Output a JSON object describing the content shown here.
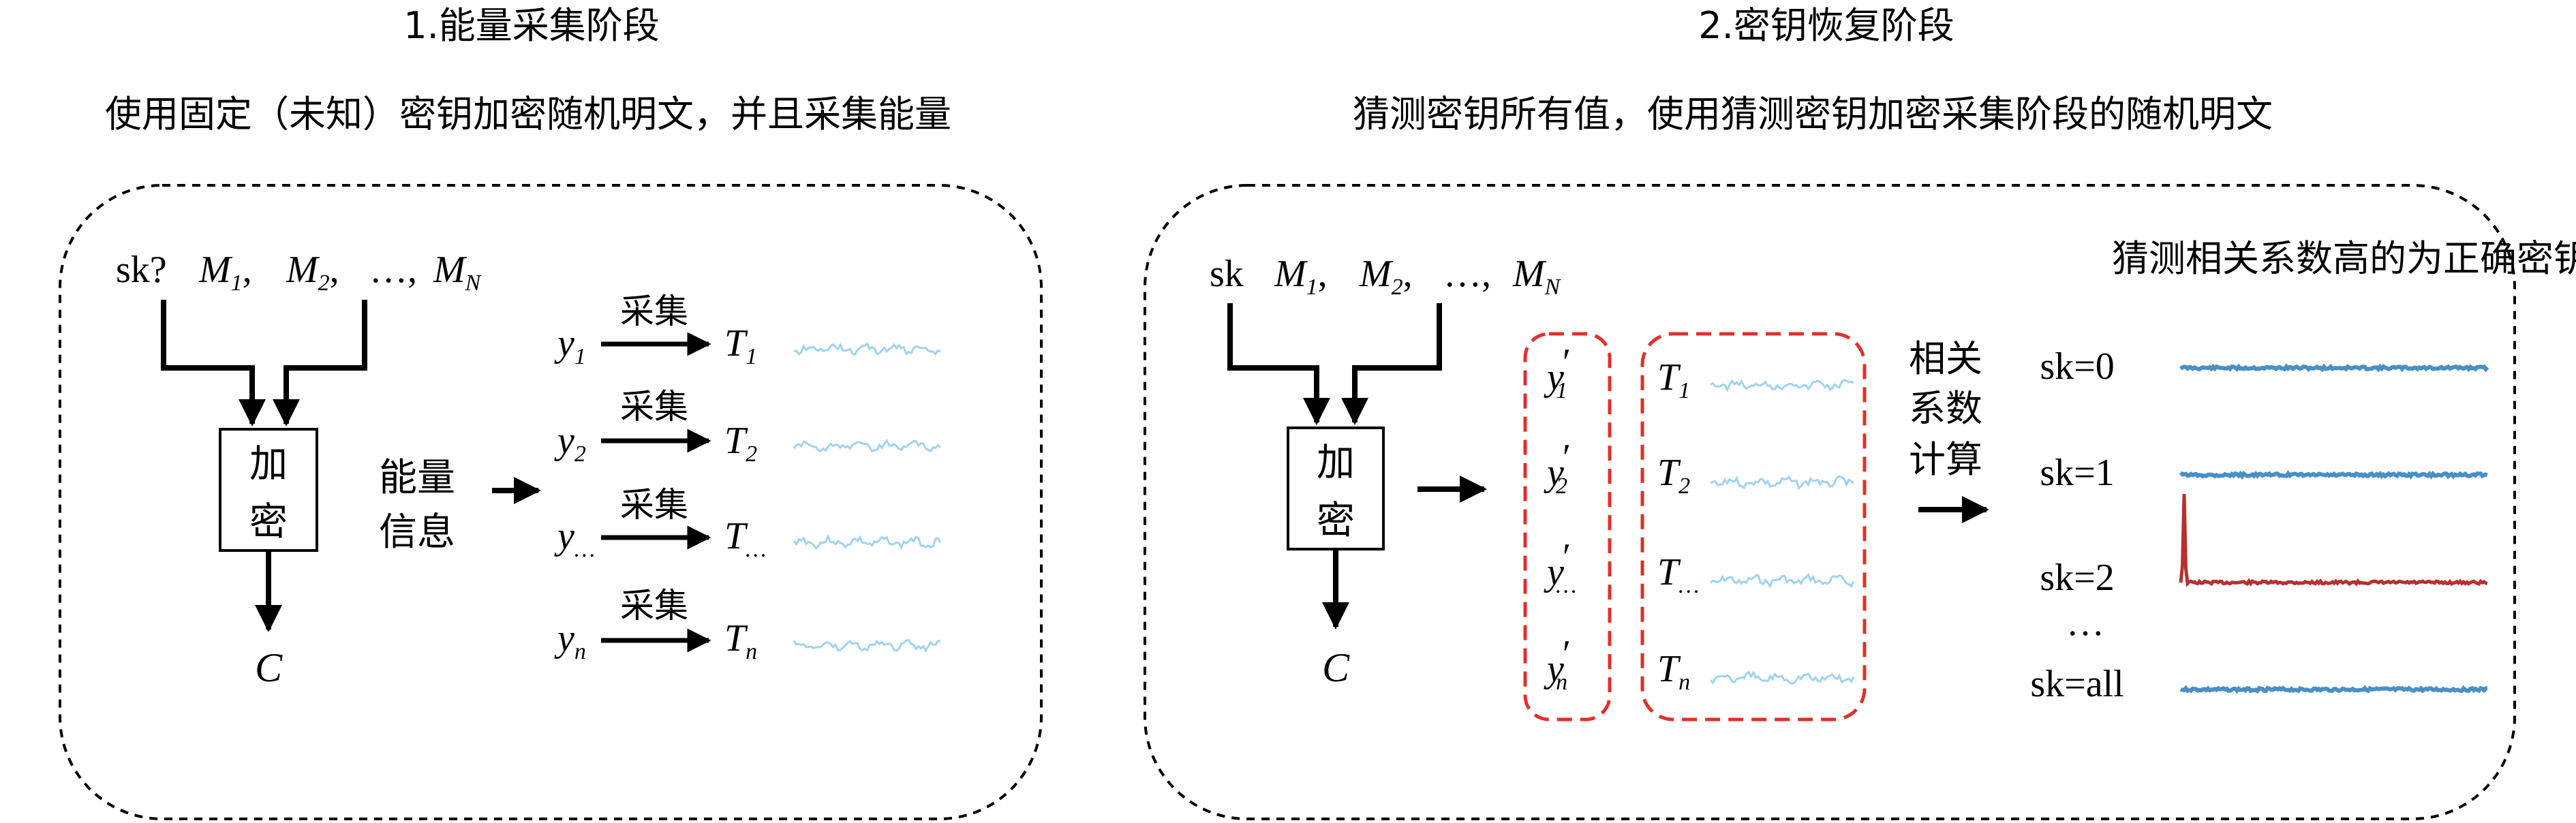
{
  "stage1": {
    "title": "1.能量采集阶段",
    "subtitle": "使用固定（未知）密钥加密随机明文，并且采集能量",
    "key_label": "sk?",
    "plaintexts": {
      "m1": "M",
      "m1_sub": "1",
      "m2": "M",
      "m2_sub": "2",
      "dots": "…,",
      "mn": "M",
      "mn_sub": "N"
    },
    "encrypt_line1": "加",
    "encrypt_line2": "密",
    "output": "C",
    "energy_line1": "能量",
    "energy_line2": "信息",
    "rows": [
      {
        "y": "y",
        "y_sub": "1",
        "action": "采集",
        "t": "T",
        "t_sub": "1"
      },
      {
        "y": "y",
        "y_sub": "2",
        "action": "采集",
        "t": "T",
        "t_sub": "2"
      },
      {
        "y": "y",
        "y_sub": "…",
        "action": "采集",
        "t": "T",
        "t_sub": "…"
      },
      {
        "y": "y",
        "y_sub": "n",
        "action": "采集",
        "t": "T",
        "t_sub": "n"
      }
    ]
  },
  "stage2": {
    "title": "2.密钥恢复阶段",
    "subtitle": "猜测密钥所有值，使用猜测密钥加密采集阶段的随机明文",
    "key_label": "sk",
    "plaintexts": {
      "m1": "M",
      "m1_sub": "1",
      "m2": "M",
      "m2_sub": "2",
      "dots": "…,",
      "mn": "M",
      "mn_sub": "N"
    },
    "encrypt_line1": "加",
    "encrypt_line2": "密",
    "output": "C",
    "guesses": [
      {
        "y": "y",
        "y_sub": "1",
        "prime": "′"
      },
      {
        "y": "y",
        "y_sub": "2",
        "prime": "′"
      },
      {
        "y": "y",
        "y_sub": "…",
        "prime": "′"
      },
      {
        "y": "y",
        "y_sub": "n",
        "prime": "′"
      }
    ],
    "traces": [
      {
        "t": "T",
        "t_sub": "1"
      },
      {
        "t": "T",
        "t_sub": "2"
      },
      {
        "t": "T",
        "t_sub": "…"
      },
      {
        "t": "T",
        "t_sub": "n"
      }
    ],
    "corr_line1": "相关",
    "corr_line2": "系数",
    "corr_line3": "计算",
    "result_title": "猜测相关系数高的为正确密钥",
    "results": [
      {
        "label": "sk=0",
        "highlight": false
      },
      {
        "label": "sk=1",
        "highlight": false
      },
      {
        "label": "sk=2",
        "highlight": true
      },
      {
        "label": "…",
        "highlight": false
      },
      {
        "label": "sk=all",
        "highlight": false
      }
    ]
  },
  "colors": {
    "trace": "#9ed3ee",
    "corr_line": "#4a8fc4",
    "corr_peak": "#b5312f",
    "red_dash": "#e0302a"
  }
}
